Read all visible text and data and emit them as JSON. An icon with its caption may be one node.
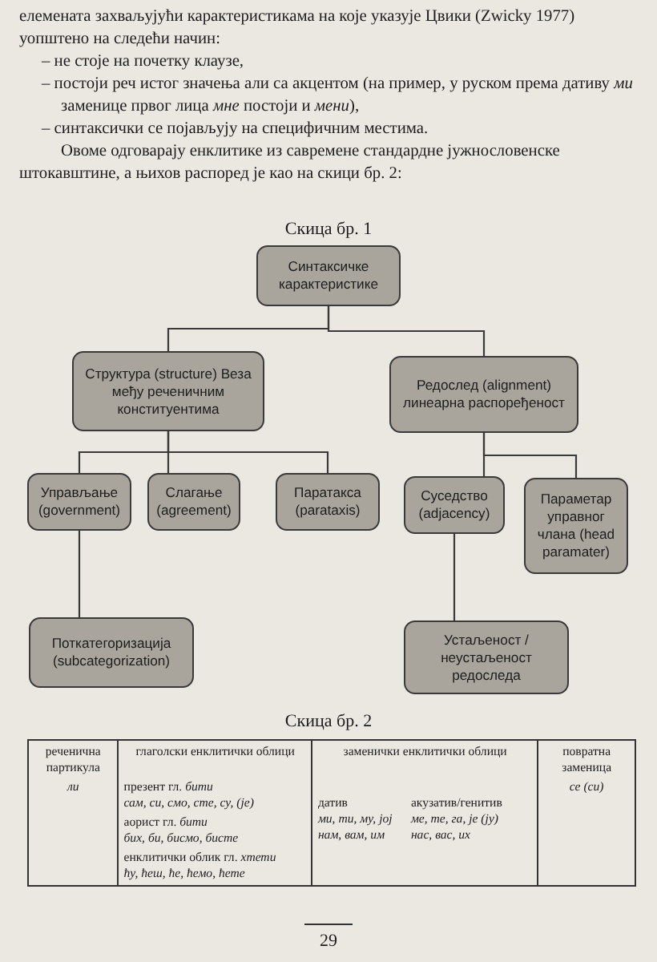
{
  "diagram": {
    "title": "Скица бр. 1",
    "nodes": [
      {
        "text": [
          "Синтаксичке карактеристике"
        ]
      },
      {
        "text": [
          "Структура (structure) Веза међу реченичним конституентима"
        ]
      },
      {
        "text": [
          "Редослед (alignment) линеарна распоређеност"
        ]
      },
      {
        "text": [
          "Управљање (government)"
        ]
      },
      {
        "text": [
          "Слагање (agreement)"
        ]
      },
      {
        "text": [
          "Паратакса (parataxis)"
        ]
      },
      {
        "text": [
          "Суседство (adjacency)"
        ]
      },
      {
        "text": [
          "Параметар управног члана (head paramater)"
        ]
      },
      {
        "text": [
          "Поткатегоризација (subcategorization)"
        ]
      },
      {
        "text": [
          "Устаљеност / неустаљеност редоследа"
        ]
      }
    ],
    "edges": [
      {
        "from": 0,
        "to": 1,
        "arrow": "none"
      },
      {
        "from": 0,
        "to": 2,
        "arrow": "none"
      },
      {
        "from": 1,
        "to": 3,
        "arrow": "none"
      },
      {
        "from": 1,
        "to": 4,
        "arrow": "none"
      },
      {
        "from": 1,
        "to": 5,
        "arrow": "none"
      },
      {
        "from": 2,
        "to": 6,
        "arrow": "none"
      },
      {
        "from": 2,
        "to": 7,
        "arrow": "none"
      },
      {
        "from": 3,
        "to": 8,
        "arrow": "none"
      },
      {
        "from": 6,
        "to": 9,
        "arrow": "none"
      }
    ],
    "labels": [
      "елемената захваљујући карактеристикама на које указује Цвики (Zwicky 1977) уопштено на следећи начин:",
      "– не стоје на почетку клаузе,",
      "– постоји реч истог значења али са акцентом (на пример, у руском према дативу *ми* заменице првог лица *мне* постоји и *мени*),",
      "– синтаксички се појављују на специфичним местима.",
      "Овоме одговарају енклитике из савремене стандардне јужнословенске штокавштине, а њихов распоред је као на скици бр. 2:",
      "Скица бр. 2",
      "реченична партикула",
      "глаголски енклитички облици",
      "заменички енклитички облици",
      "повратна заменица",
      "ли",
      "презент гл. *бити*",
      "сам, си, смо, сте, су, (је)",
      "аорист гл. *бити*",
      "бих, би, бисмо, бисте",
      "енклитички облик гл. *хтети*",
      "ћу, ћеш, ће, ћемо, ћете",
      "датив",
      "акузатив/генитив",
      "ми, ти, му, јој",
      "ме, те, га, је (ју)",
      "нам, вам, им",
      "нас, вас, их",
      "се (си)",
      "29"
    ]
  }
}
